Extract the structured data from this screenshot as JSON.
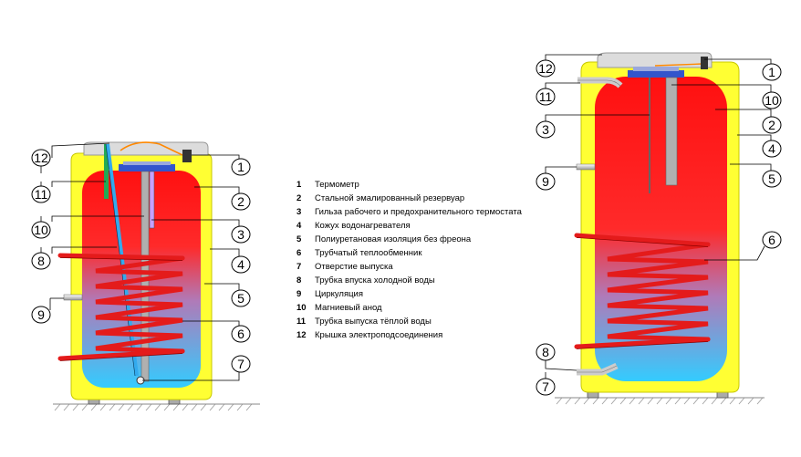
{
  "legend": {
    "items": [
      {
        "num": "1",
        "text": "Термометр"
      },
      {
        "num": "2",
        "text": "Стальной эмалированный резервуар"
      },
      {
        "num": "3",
        "text": "Гильза рабочего и предохранительного термостата"
      },
      {
        "num": "4",
        "text": "Кожух водонагревателя"
      },
      {
        "num": "5",
        "text": "Полиуретановая изоляция без фреона"
      },
      {
        "num": "6",
        "text": "Трубчатый теплообменник"
      },
      {
        "num": "7",
        "text": "Отверстие выпуска"
      },
      {
        "num": "8",
        "text": "Трубка впуска холодной воды"
      },
      {
        "num": "9",
        "text": "Циркуляция"
      },
      {
        "num": "10",
        "text": "Магниевый анод"
      },
      {
        "num": "11",
        "text": "Трубка выпуска тёплой воды"
      },
      {
        "num": "12",
        "text": "Крышка электроподсоединения"
      }
    ]
  },
  "left_callouts": {
    "c1": "1",
    "c2": "2",
    "c3": "3",
    "c4": "4",
    "c5": "5",
    "c6": "6",
    "c7": "7",
    "c8": "8",
    "c9": "9",
    "c10": "10",
    "c11": "11",
    "c12": "12"
  },
  "right_callouts": {
    "c1": "1",
    "c2": "2",
    "c3": "3",
    "c4": "4",
    "c5": "5",
    "c6": "6",
    "c7": "7",
    "c8": "8",
    "c9": "9",
    "c10": "10",
    "c11": "11",
    "c12": "12"
  },
  "colors": {
    "insulation": "#ffff33",
    "hot": "#ff1a1a",
    "cold": "#33ccff",
    "coil": "#e41b1b",
    "cap": "#dcdcdc",
    "flange": "#3355cc"
  }
}
